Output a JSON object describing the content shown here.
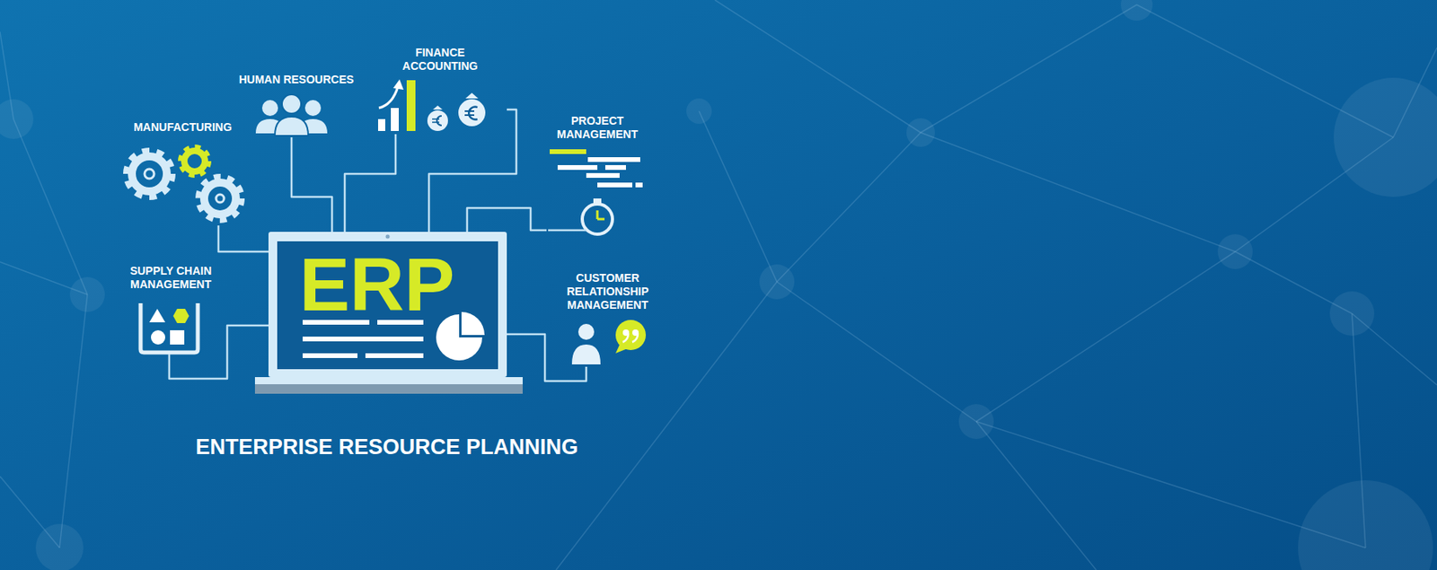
{
  "diagram": {
    "caption": "ENTERPRISE RESOURCE PLANNING",
    "nodes": [
      {
        "text": [
          "ERP"
        ]
      },
      {
        "text": [
          "MANUFACTURING"
        ]
      },
      {
        "text": [
          "HUMAN RESOURCES"
        ]
      },
      {
        "text": [
          "FINANCE ACCOUNTING"
        ]
      },
      {
        "text": [
          "PROJECT MANAGEMENT"
        ]
      },
      {
        "text": [
          "SUPPLY CHAIN MANAGEMENT"
        ]
      },
      {
        "text": [
          "CUSTOMER RELATIONSHIP MANAGEMENT"
        ]
      }
    ],
    "edges": [
      {
        "from": 0,
        "to": 1,
        "arrow": "none"
      },
      {
        "from": 0,
        "to": 2,
        "arrow": "none"
      },
      {
        "from": 0,
        "to": 3,
        "arrow": "none"
      },
      {
        "from": 0,
        "to": 3,
        "arrow": "none"
      },
      {
        "from": 0,
        "to": 4,
        "arrow": "none"
      },
      {
        "from": 0,
        "to": 5,
        "arrow": "none"
      },
      {
        "from": 0,
        "to": 6,
        "arrow": "none"
      }
    ]
  }
}
